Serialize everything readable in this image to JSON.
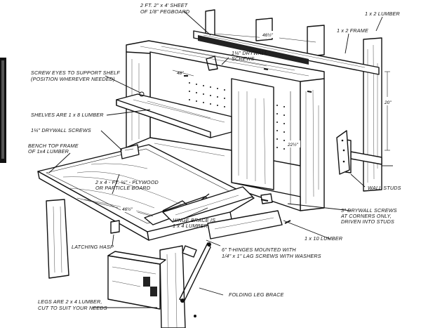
{
  "labels": {
    "pegboard": [
      "2 FT. 2\" x 4' SHEET",
      "OF 1/8\" PEGBOARD"
    ],
    "lumber_1x2": "1 x 2 LUMBER",
    "frame_1x2": "1 x 2 FRAME",
    "dim_46_top": "46½\"",
    "drywall_top": [
      "1¼\" DRYWALL",
      "SCREWS"
    ],
    "screw_eyes": [
      "SCREW EYES TO SUPPORT SHELF",
      "(POSITION WHEREVER NEEDED)"
    ],
    "dim_48": "48\"",
    "dim_20": "20\"",
    "shelves": "SHELVES ARE 1 x 8 LUMBER",
    "drywall_left": "1¼\" DRYWALL SCREWS",
    "bench_frame": [
      "BENCH TOP FRAME",
      "OF 1x4 LUMBER"
    ],
    "plywood": [
      "2 x 4 - FT. ½\" - PLYWOOD",
      "OR PARTICLE BOARD"
    ],
    "dim_22": "22½\"",
    "wall_studs": "WALL STUDS",
    "dim_46_bench": "46½\"",
    "hinge_brace": [
      "HINGE BRACE IS",
      "1 x 4 LUMBER"
    ],
    "drywall_3": [
      "3\" DRYWALL SCREWS",
      "AT CORNERS ONLY,",
      "DRIVEN INTO STUDS"
    ],
    "lumber_1x10": "1 x 10 LUMBER",
    "hasp": "LATCHING HASP",
    "t_hinges": [
      "6\" T-HINGES MOUNTED WITH",
      "1/4\" x 1\" LAG SCREWS WITH WASHERS"
    ],
    "folding_brace": "FOLDING LEG BRACE",
    "legs": [
      "LEGS ARE 2 x 4 LUMBER,",
      "CUT TO SUIT YOUR NEEDS"
    ]
  }
}
